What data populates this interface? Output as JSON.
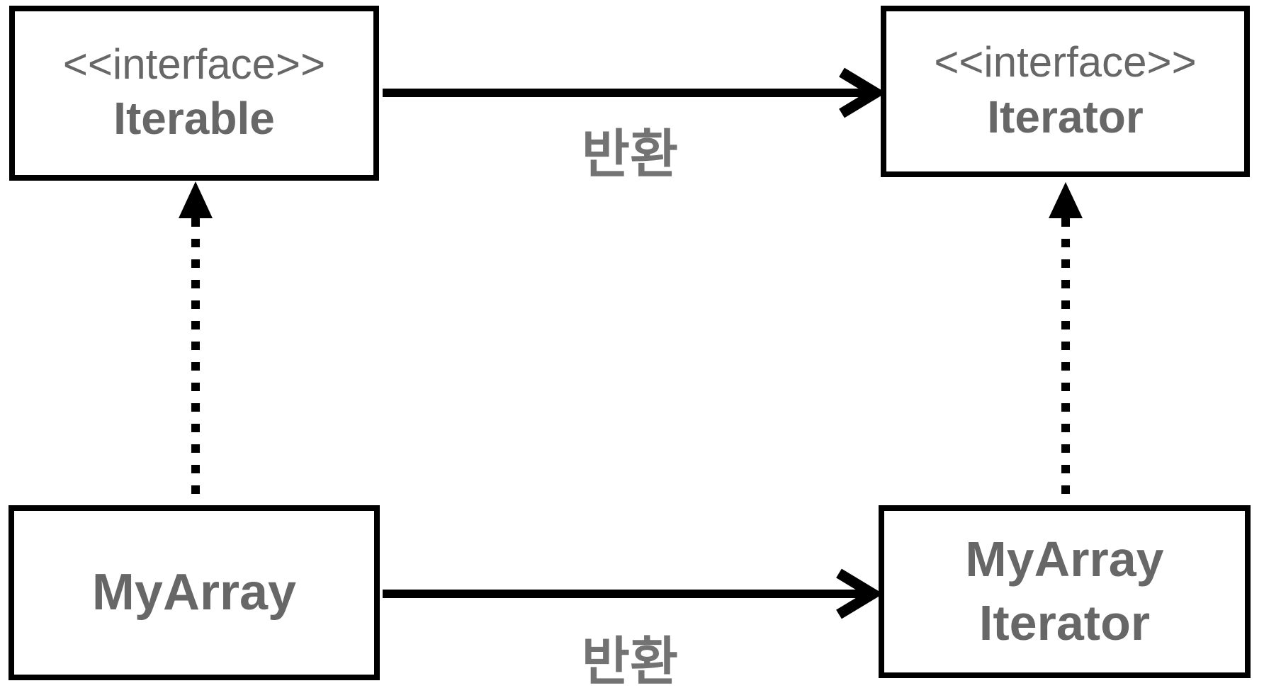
{
  "diagram": {
    "title": "Iterator pattern class diagram",
    "boxes": {
      "iterable": {
        "stereotype": "<<interface>>",
        "name": "Iterable"
      },
      "iterator": {
        "stereotype": "<<interface>>",
        "name": "Iterator"
      },
      "myarray": {
        "name": "MyArray"
      },
      "myarray_iterator": {
        "name": "MyArray\nIterator"
      }
    },
    "labels": {
      "top_arrow": "반환",
      "bottom_arrow": "반환"
    },
    "relationships": [
      {
        "from": "Iterable",
        "to": "Iterator",
        "type": "solid-arrow",
        "label": "반환"
      },
      {
        "from": "MyArray",
        "to": "MyArray Iterator",
        "type": "solid-arrow",
        "label": "반환"
      },
      {
        "from": "MyArray",
        "to": "Iterable",
        "type": "dashed-realization-arrow",
        "label": ""
      },
      {
        "from": "MyArray Iterator",
        "to": "Iterator",
        "type": "dashed-realization-arrow",
        "label": ""
      }
    ],
    "colors": {
      "background": "#ffffff",
      "box_fill": "#ffffff",
      "box_border": "#000000",
      "box_text": "#676767",
      "label_text": "#737373",
      "arrow": "#000000"
    }
  }
}
